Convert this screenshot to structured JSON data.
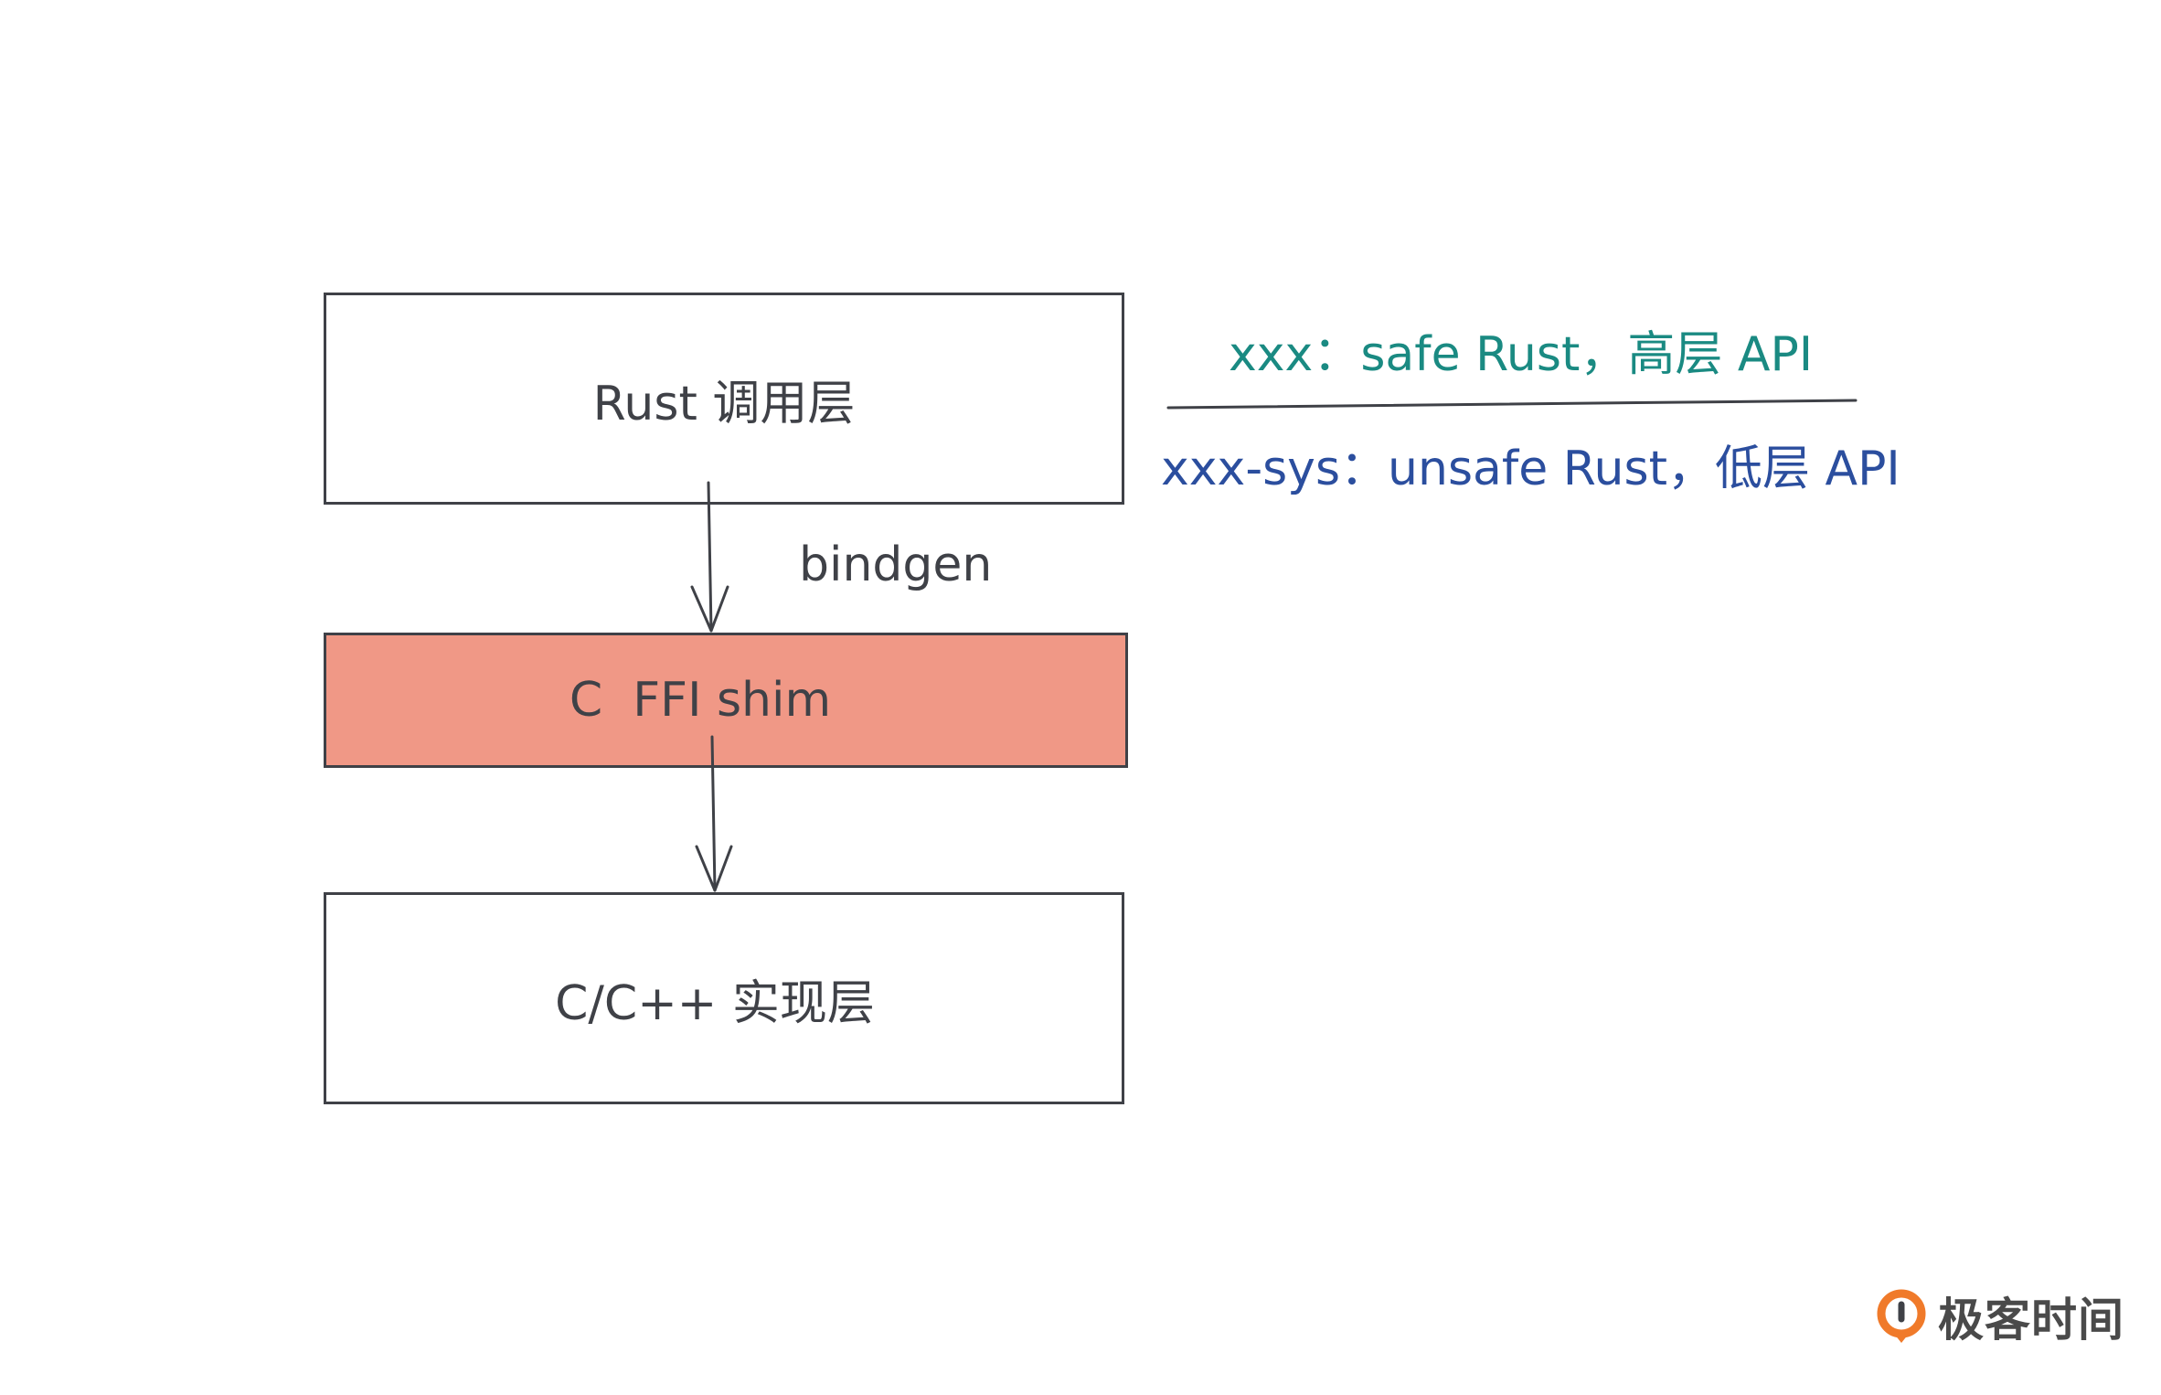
{
  "diagram": {
    "layers": [
      {
        "id": "rust",
        "label": "Rust 调用层"
      },
      {
        "id": "shim",
        "label": "C  FFI shim",
        "fill": "#f09886"
      },
      {
        "id": "impl",
        "label": "C/C++ 实现层"
      }
    ],
    "edges": [
      {
        "from": "rust",
        "to": "shim",
        "label": "bindgen"
      },
      {
        "from": "shim",
        "to": "impl",
        "label": ""
      }
    ],
    "legend": {
      "safe": {
        "text": "xxx：safe Rust，高层 API",
        "color": "#1a8a82"
      },
      "sys": {
        "text": "xxx-sys：unsafe Rust，低层 API",
        "color": "#2b4e9e"
      }
    }
  },
  "brand": {
    "name": "极客时间",
    "icon": "geektime-logo-icon",
    "accent": "#f07a2a"
  }
}
